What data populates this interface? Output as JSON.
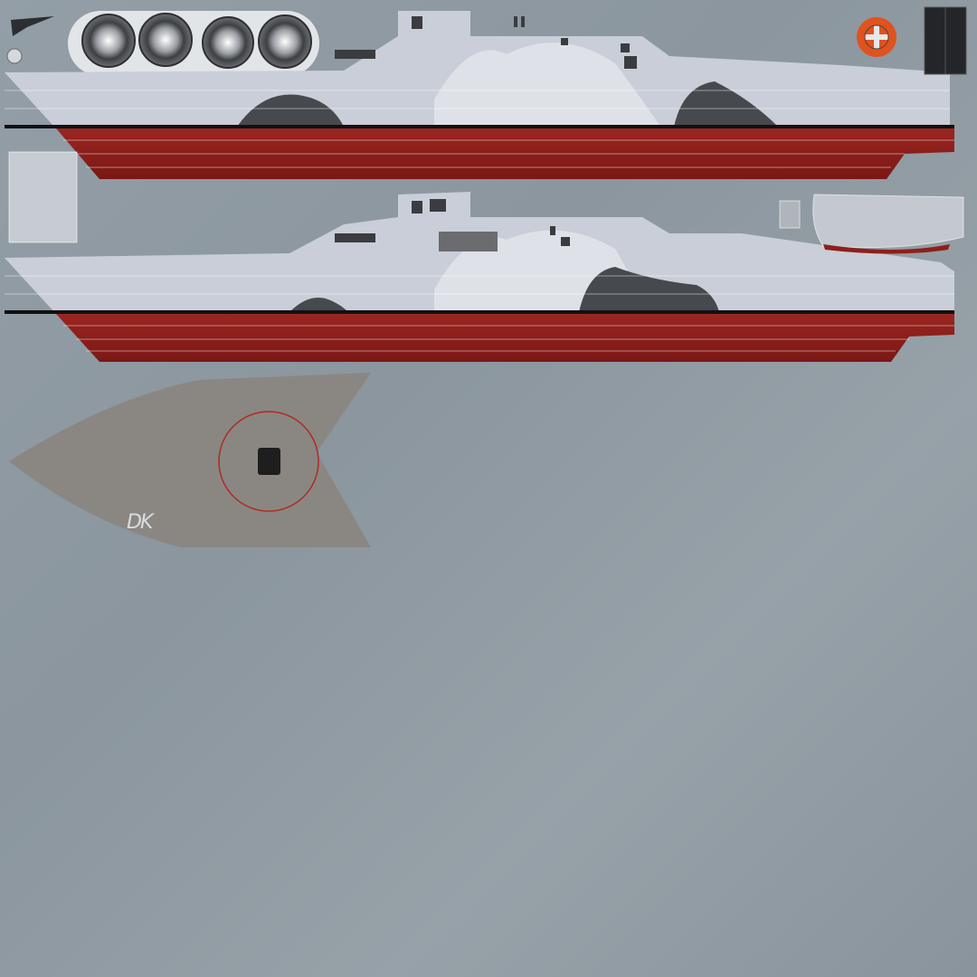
{
  "atlas": {
    "description": "3D model UV texture atlas of a naval ship",
    "colors": {
      "background": "#8f9aa2",
      "hull_upper": "#c9ced8",
      "hull_lower": "#8e1f1a",
      "waterline": "#111111",
      "camo_dark": "#46494e",
      "deck": "#5a5650",
      "deck_markings": "#d8d2c6",
      "wireframe": "#ffffff",
      "orange_marker": "#e0521e",
      "flag_red": "#c8202a",
      "flag_blue": "#243a8c"
    },
    "signature": "DK",
    "elements": {
      "exhaust_ports": 4,
      "hull_side_panels": 2,
      "flags": 2
    }
  }
}
